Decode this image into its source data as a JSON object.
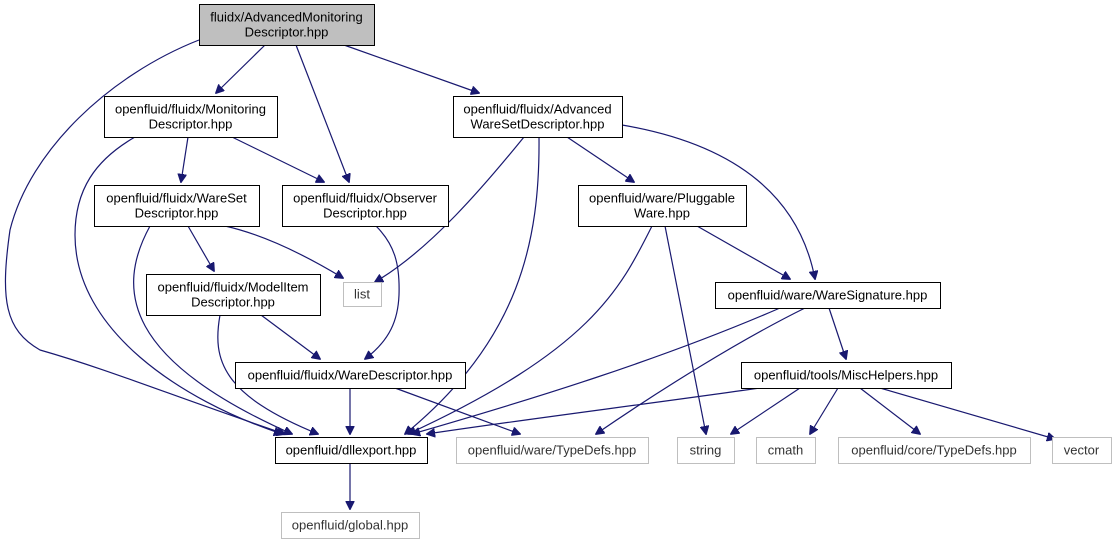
{
  "nodes": [
    {
      "id": "advmon",
      "lines": [
        "fluidx/AdvancedMonitoring",
        "Descriptor.hpp"
      ],
      "style": "root"
    },
    {
      "id": "mon",
      "lines": [
        "openfluid/fluidx/Monitoring",
        "Descriptor.hpp"
      ],
      "style": "normal"
    },
    {
      "id": "advware",
      "lines": [
        "openfluid/fluidx/Advanced",
        "WareSetDescriptor.hpp"
      ],
      "style": "normal"
    },
    {
      "id": "wareset",
      "lines": [
        "openfluid/fluidx/WareSet",
        "Descriptor.hpp"
      ],
      "style": "normal"
    },
    {
      "id": "observer",
      "lines": [
        "openfluid/fluidx/Observer",
        "Descriptor.hpp"
      ],
      "style": "normal"
    },
    {
      "id": "pluggable",
      "lines": [
        "openfluid/ware/Pluggable",
        "Ware.hpp"
      ],
      "style": "normal"
    },
    {
      "id": "list",
      "lines": [
        "list"
      ],
      "style": "external"
    },
    {
      "id": "modelitem",
      "lines": [
        "openfluid/fluidx/ModelItem",
        "Descriptor.hpp"
      ],
      "style": "normal"
    },
    {
      "id": "waresig",
      "lines": [
        "openfluid/ware/WareSignature.hpp"
      ],
      "style": "normal"
    },
    {
      "id": "waredesc",
      "lines": [
        "openfluid/fluidx/WareDescriptor.hpp"
      ],
      "style": "normal"
    },
    {
      "id": "mischelp",
      "lines": [
        "openfluid/tools/MiscHelpers.hpp"
      ],
      "style": "normal"
    },
    {
      "id": "dllexport",
      "lines": [
        "openfluid/dllexport.hpp"
      ],
      "style": "normal"
    },
    {
      "id": "waretypedefs",
      "lines": [
        "openfluid/ware/TypeDefs.hpp"
      ],
      "style": "external"
    },
    {
      "id": "string",
      "lines": [
        "string"
      ],
      "style": "external"
    },
    {
      "id": "cmath",
      "lines": [
        "cmath"
      ],
      "style": "external"
    },
    {
      "id": "coretypedefs",
      "lines": [
        "openfluid/core/TypeDefs.hpp"
      ],
      "style": "external"
    },
    {
      "id": "vector",
      "lines": [
        "vector"
      ],
      "style": "external"
    },
    {
      "id": "global",
      "lines": [
        "openfluid/global.hpp"
      ],
      "style": "external"
    }
  ],
  "edges": [
    [
      "advmon",
      "mon"
    ],
    [
      "advmon",
      "observer"
    ],
    [
      "advmon",
      "advware"
    ],
    [
      "advmon",
      "dllexport"
    ],
    [
      "mon",
      "wareset"
    ],
    [
      "mon",
      "observer"
    ],
    [
      "mon",
      "dllexport"
    ],
    [
      "advware",
      "list"
    ],
    [
      "advware",
      "pluggable"
    ],
    [
      "advware",
      "waresig"
    ],
    [
      "advware",
      "dllexport"
    ],
    [
      "wareset",
      "list"
    ],
    [
      "wareset",
      "modelitem"
    ],
    [
      "wareset",
      "dllexport"
    ],
    [
      "observer",
      "waredesc"
    ],
    [
      "pluggable",
      "waresig"
    ],
    [
      "pluggable",
      "string"
    ],
    [
      "pluggable",
      "dllexport"
    ],
    [
      "modelitem",
      "waredesc"
    ],
    [
      "modelitem",
      "dllexport"
    ],
    [
      "waresig",
      "mischelp"
    ],
    [
      "waresig",
      "waretypedefs"
    ],
    [
      "waresig",
      "dllexport"
    ],
    [
      "waredesc",
      "dllexport"
    ],
    [
      "waredesc",
      "waretypedefs"
    ],
    [
      "mischelp",
      "string"
    ],
    [
      "mischelp",
      "cmath"
    ],
    [
      "mischelp",
      "coretypedefs"
    ],
    [
      "mischelp",
      "vector"
    ],
    [
      "mischelp",
      "dllexport"
    ],
    [
      "dllexport",
      "global"
    ]
  ],
  "colors": {
    "edge": "#191970",
    "root_fill": "#bfbfbf",
    "normal_border": "#000000",
    "external_border": "#bfbfbf"
  }
}
